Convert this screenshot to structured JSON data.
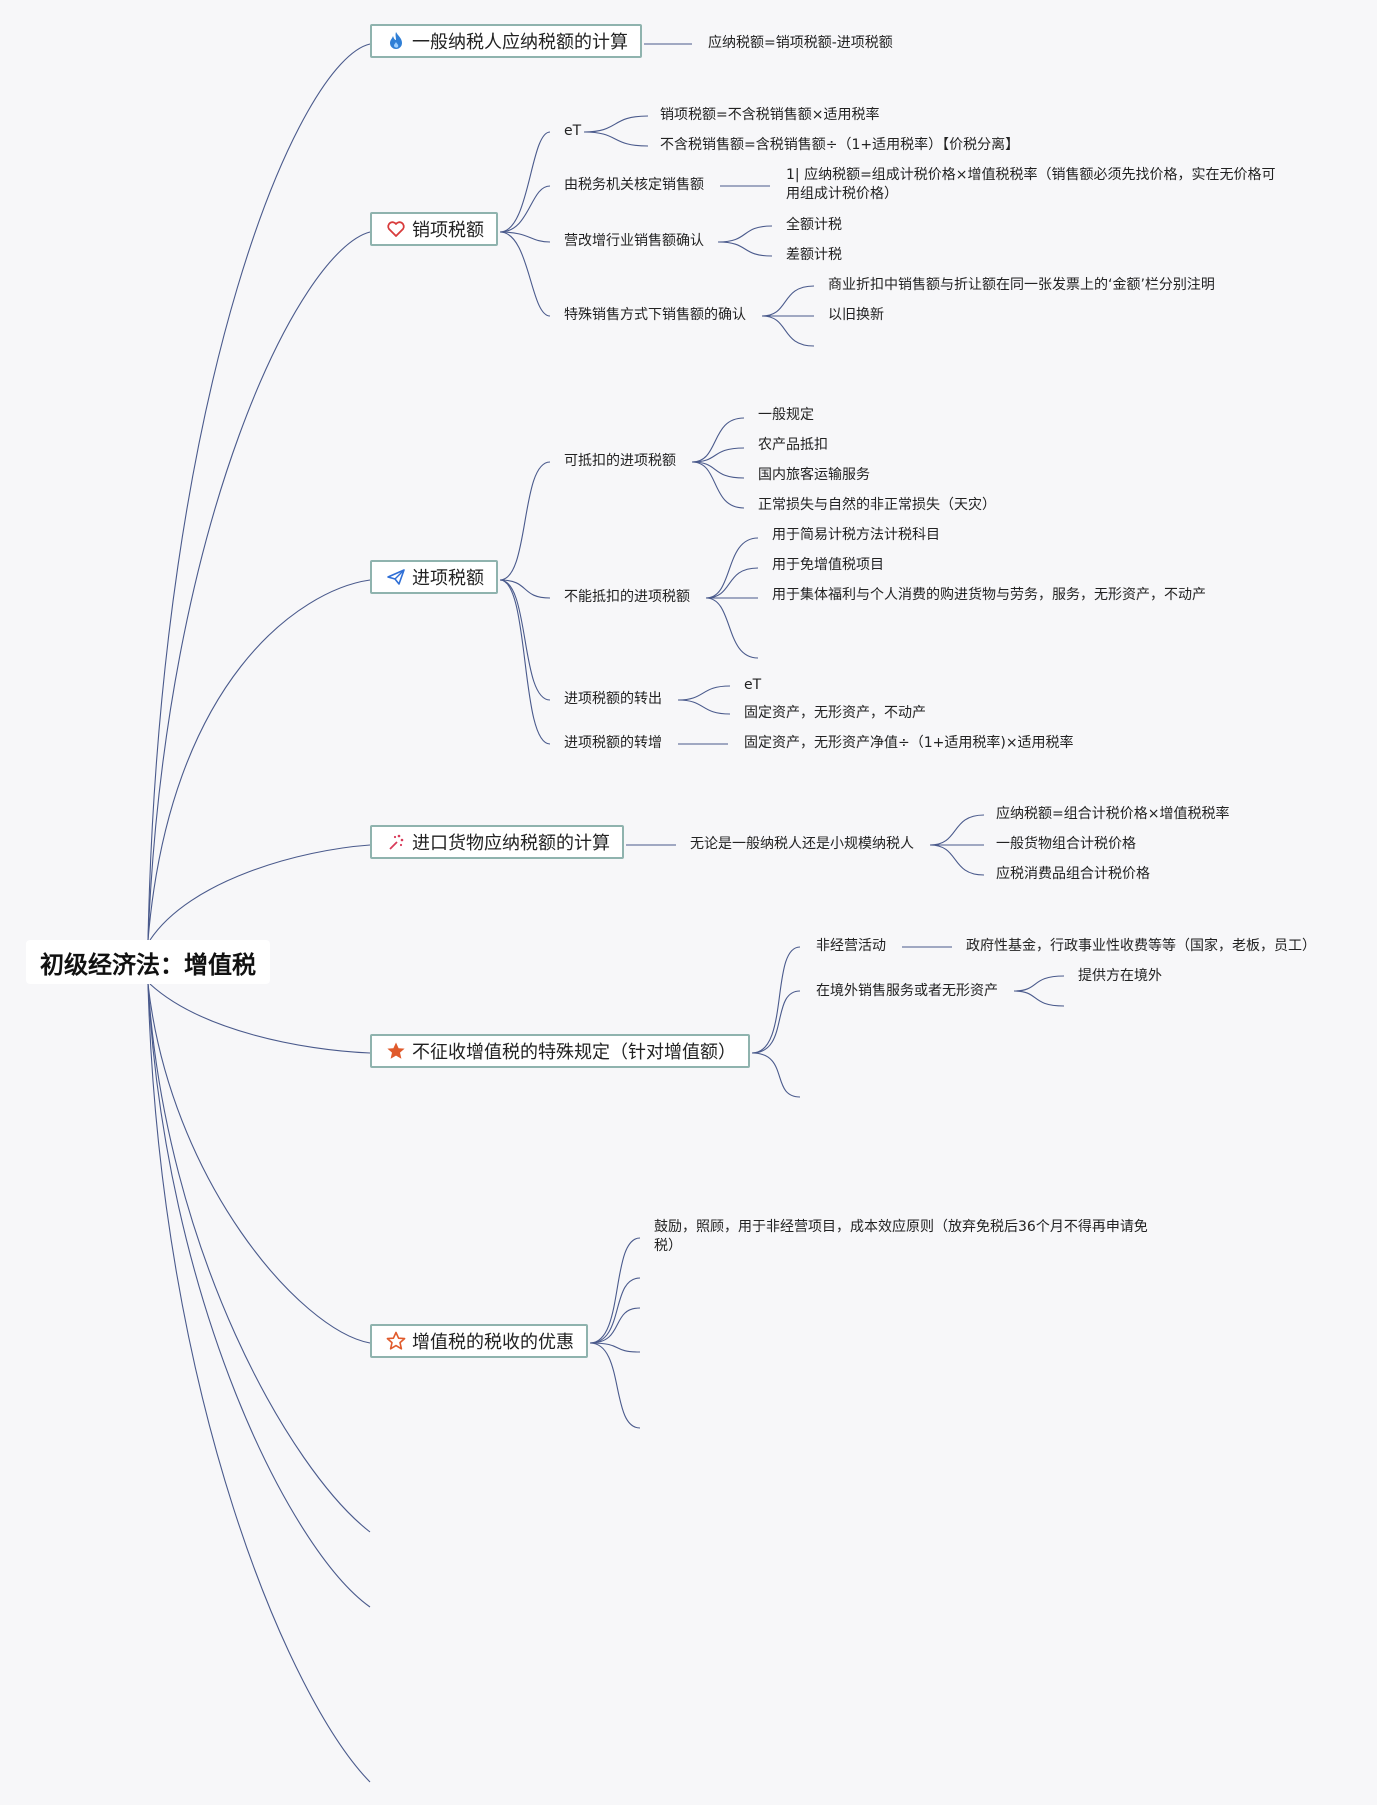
{
  "root": "初级经济法：增值税",
  "topics": {
    "t1": "一般纳税人应纳税额的计算",
    "t2": "销项税额",
    "t3": "进项税额",
    "t4": "进口货物应纳税额的计算",
    "t5": "不征收增值税的特殊规定（针对增值额）",
    "t6": "增值税的税收的优惠"
  },
  "labels": {
    "t1_formula": "应纳税额=销项税额-进项税额",
    "t2_et": "eT",
    "t2_et_a": "销项税额=不含税销售额×适用税率",
    "t2_et_b": "不含税销售额=含税销售额÷（1+适用税率）【价税分离】",
    "t2_tax_office": "由税务机关核定销售额",
    "t2_tax_office_a": "1| 应纳税额=组成计税价格×增值税税率（销售额必须先找价格，实在无价格可用组成计税价格）",
    "t2_reform": "营改增行业销售额确认",
    "t2_reform_a": "全额计税",
    "t2_reform_b": "差额计税",
    "t2_special": "特殊销售方式下销售额的确认",
    "t2_special_a": "商业折扣中销售额与折让额在同一张发票上的‘金额’栏分别注明",
    "t2_special_b": "以旧换新",
    "t3_deductible": "可抵扣的进项税额",
    "t3_deductible_a": "一般规定",
    "t3_deductible_b": "农产品抵扣",
    "t3_deductible_c": "国内旅客运输服务",
    "t3_deductible_d": "正常损失与自然的非正常损失（天灾）",
    "t3_nondeductible": "不能抵扣的进项税额",
    "t3_nondeductible_a": "用于简易计税方法计税科目",
    "t3_nondeductible_b": "用于免增值税项目",
    "t3_nondeductible_c": "用于集体福利与个人消费的购进货物与劳务，服务，无形资产，不动产",
    "t3_transfer_out": "进项税额的转出",
    "t3_transfer_out_a": "eT",
    "t3_transfer_out_b": "固定资产，无形资产，不动产",
    "t3_transfer_in": "进项税额的转增",
    "t3_transfer_in_a": "固定资产，无形资产净值÷（1+适用税率)×适用税率",
    "t4_whether": "无论是一般纳税人还是小规模纳税人",
    "t4_a": "应纳税额=组合计税价格×增值税税率",
    "t4_b": "一般货物组合计税价格",
    "t4_c": "应税消费品组合计税价格",
    "t5_nonbusiness": "非经营活动",
    "t5_nonbusiness_a": "政府性基金，行政事业性收费等等（国家，老板，员工）",
    "t5_abroad": "在境外销售服务或者无形资产",
    "t5_abroad_a": "提供方在境外",
    "t6_a": "鼓励，照顾，用于非经营项目，成本效应原则（放弃免税后36个月不得再申请免税）"
  },
  "icons": {
    "t1": "flame-icon",
    "t2": "heart-icon",
    "t3": "paper-plane-icon",
    "t4": "fireworks-icon",
    "t5": "star-filled-icon",
    "t6": "star-outline-icon"
  },
  "colors": {
    "line": "#4a5a8c",
    "topic_border": "#8fb3ae",
    "flame": "#2f7fd6",
    "heart": "#d83b3b",
    "plane": "#2f6fd6",
    "fireworks": "#d83b5a",
    "star": "#e05a2b"
  }
}
